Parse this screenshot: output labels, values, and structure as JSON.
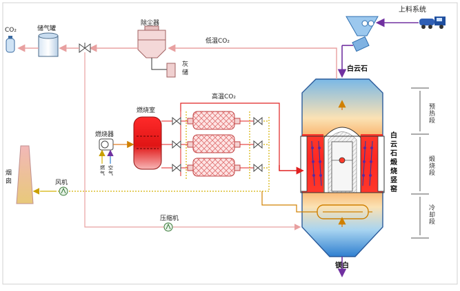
{
  "labels": {
    "feed_system": "上料系统",
    "dolomite": "白云石",
    "co2_out": "CO₂",
    "gas_tank": "储气罐",
    "dust_collector": "除尘器",
    "ash_bin_1": "灰",
    "ash_bin_2": "储",
    "low_temp_co2": "低温CO₂",
    "high_temp_co2": "高温CO₂",
    "combustion_chamber": "燃烧室",
    "burner": "燃烧器",
    "fuel_gas": "燃气",
    "air": "空气",
    "chimney": "烟囱",
    "fan": "风机",
    "compressor": "压缩机",
    "kiln_name": "白云石煅烧竖窑",
    "preheat_zone": "预热段",
    "calcination_zone": "煅烧段",
    "cooling_zone": "冷却段",
    "discharge": "镁白"
  },
  "colors": {
    "purple": "#7030a0",
    "red": "#ff0000",
    "pink_line": "#e8a0a0",
    "dotted": "#d4b000",
    "kiln_top": "#7ab8e6",
    "kiln_bottom": "#2f7fd0"
  }
}
